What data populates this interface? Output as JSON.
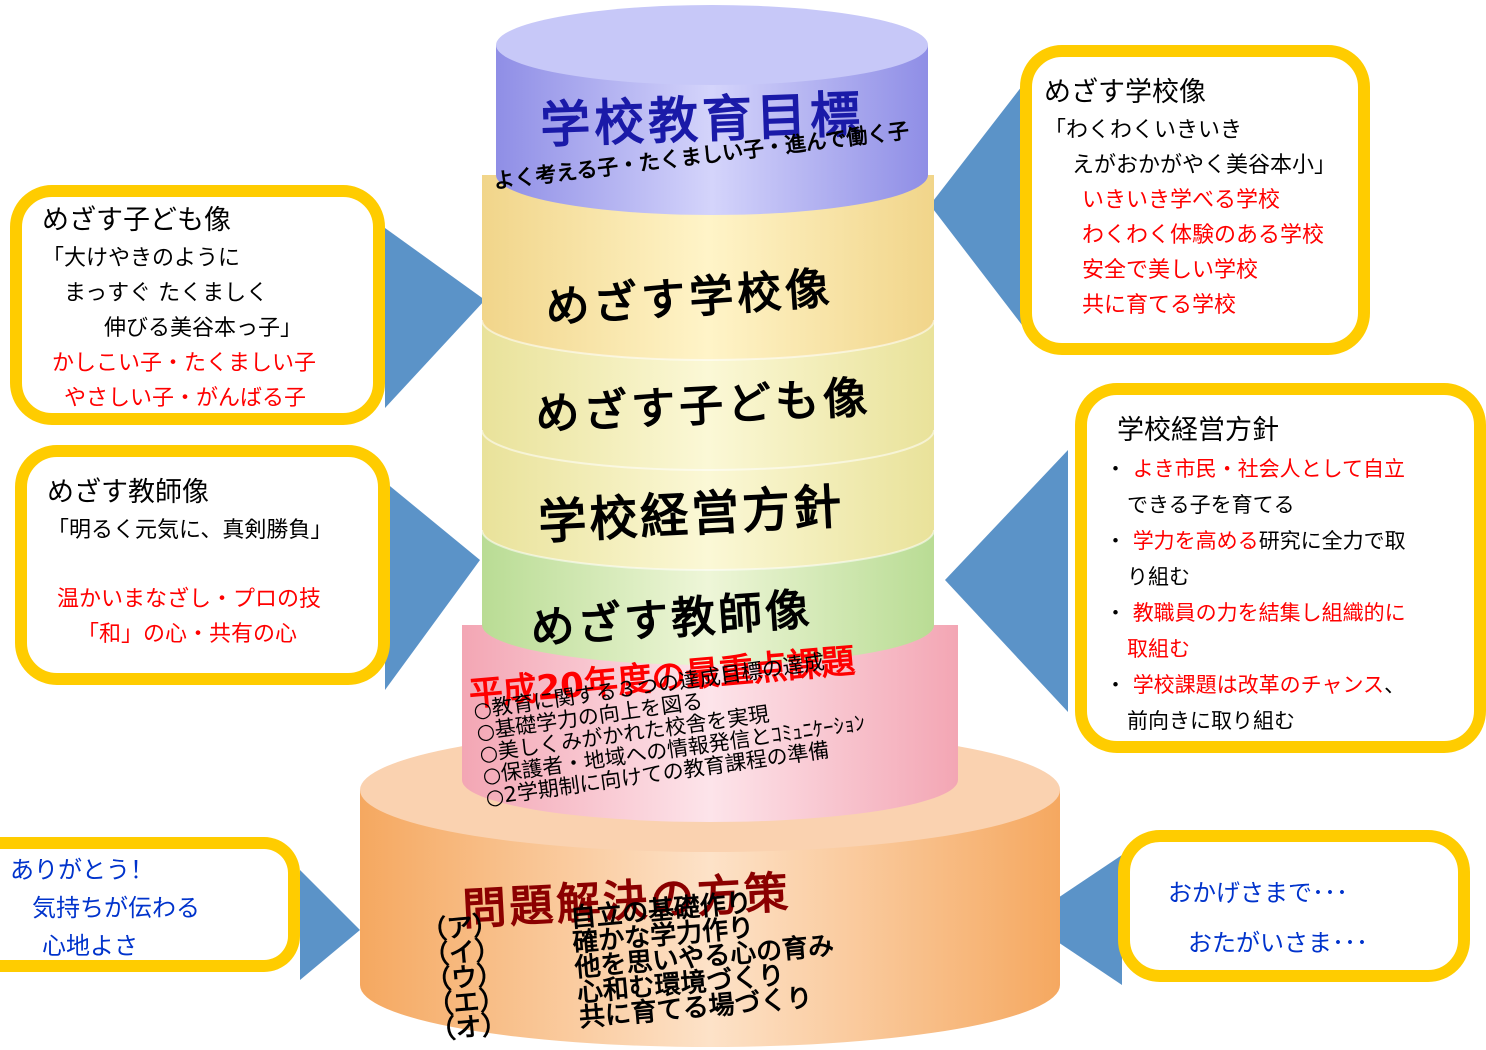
{
  "colors": {
    "bubble_border": "#ffcc00",
    "arrow_blue": "#5b93c8",
    "red_text": "#ff0000",
    "blue_text": "#0033cc"
  },
  "pillar": {
    "goal_title": "学校教育目標",
    "goal_sub": "よく考える子・たくましい子・進んで働く子",
    "layer_school": "めざす学校像",
    "layer_child": "めざす子ども像",
    "layer_policy": "学校経営方針",
    "layer_teacher": "めざす教師像",
    "priority_title": "平成20年度の最重点課題",
    "priority_items": [
      "○教育に関する３つの達成目標の達成",
      "○基礎学力の向上を図る",
      "○美しくみがかれた校舎を実現",
      "○保護者・地域への情報発信とｺﾐｭﾆｹｰｼｮﾝ",
      "○2学期制に向けての教育課程の準備"
    ],
    "solution_title": "問題解決の方策",
    "solution_items": [
      {
        "mark": "（ア）",
        "text": "自立の基礎作り"
      },
      {
        "mark": "（イ）",
        "text": "確かな学力作り"
      },
      {
        "mark": "（ウ）",
        "text": "他を思いやる心の育み"
      },
      {
        "mark": "（エ）",
        "text": "心和む環境づくり"
      },
      {
        "mark": "（オ）",
        "text": "共に育てる場づくり"
      }
    ]
  },
  "child_bubble": {
    "title": "めざす子ども像",
    "lines": [
      "「大けやきのように",
      "まっすぐ たくましく",
      "伸びる美谷本っ子」"
    ],
    "red_lines": [
      "かしこい子・たくましい子",
      "やさしい子・がんばる子"
    ]
  },
  "teacher_bubble": {
    "title": "めざす教師像",
    "lines": [
      "「明るく元気に、真剣勝負」"
    ],
    "red_lines": [
      "温かいまなざし・プロの技",
      "「和」の心・共有の心"
    ]
  },
  "school_bubble": {
    "title": "めざす学校像",
    "lines": [
      "「わくわくいきいき",
      "えがおかがやく美谷本小」"
    ],
    "red_lines": [
      "いきいき学べる学校",
      "わくわく体験のある学校",
      "安全で美しい学校",
      "共に育てる学校"
    ]
  },
  "policy_bubble": {
    "title": "学校経営方針",
    "bullet": "・",
    "items": [
      {
        "red": "よき市民・社会人として自立",
        "black": "",
        "cont": "できる子を育てる",
        "cont_red": false
      },
      {
        "red": "学力を高める",
        "black": "研究に全力で取",
        "cont": "り組む",
        "cont_red": false
      },
      {
        "red": "教職員の力を結集し組織的に",
        "black": "",
        "cont": "取組む",
        "cont_red": true
      },
      {
        "red": "学校課題は改革のチャンス",
        "black": "、",
        "cont": "前向きに取り組む",
        "cont_red": false
      }
    ]
  },
  "thanks_bubble": {
    "lines": [
      "ありがとう！",
      "気持ちが伝わる",
      "心地よさ"
    ]
  },
  "okage_bubble": {
    "lines": [
      "おかげさまで･･･",
      "おたがいさま･･･"
    ]
  }
}
